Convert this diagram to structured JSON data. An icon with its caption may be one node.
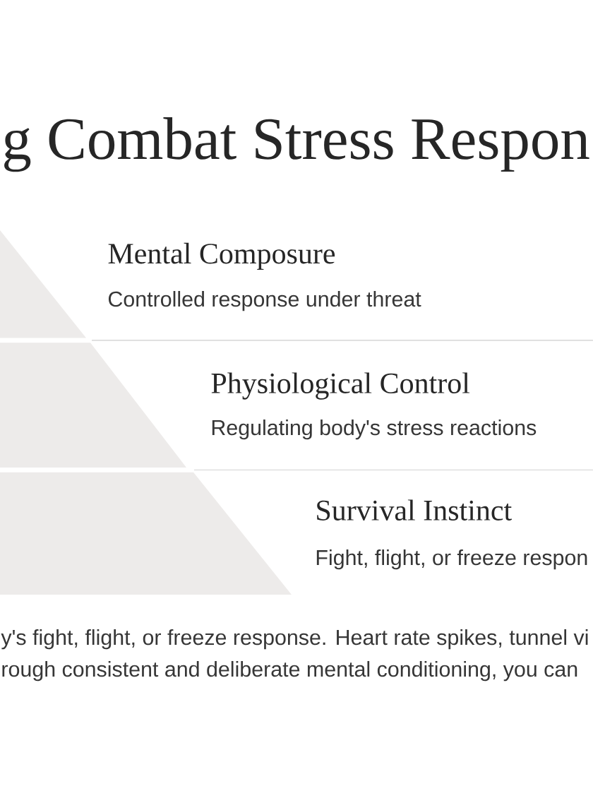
{
  "diagram": {
    "title": "g Combat Stress Respon",
    "nodes": [
      {
        "text": [],
        "shape": "triangle",
        "beside": [
          "Mental Composure",
          "Controlled response under threat"
        ]
      },
      {
        "text": [],
        "shape": "trapezoid",
        "beside": [
          "Physiological Control",
          "Regulating body's stress reactions"
        ]
      },
      {
        "text": [],
        "shape": "trapezoid",
        "beside": [
          "Survival Instinct",
          "Fight, flight, or freeze respon"
        ]
      }
    ],
    "labels": [
      "y's fight, flight, or freeze response. Heart rate spikes, tunnel vi",
      "rough consistent and deliberate mental conditioning, you can"
    ]
  }
}
